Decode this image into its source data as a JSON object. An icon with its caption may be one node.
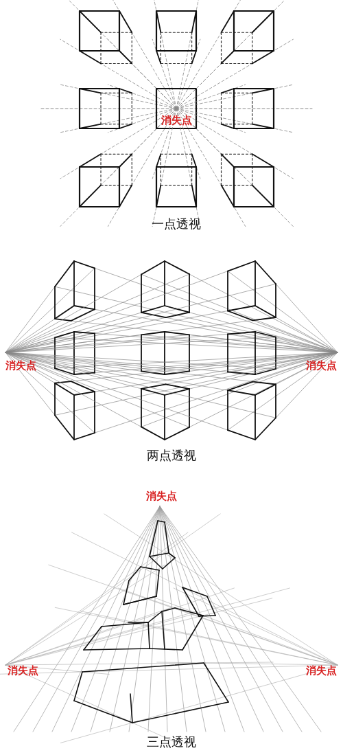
{
  "diagram": {
    "labels": [
      "消失点",
      "一点透视",
      "消失点",
      "消失点",
      "两点透视",
      "消失点",
      "消失点",
      "消失点",
      "三点透视"
    ]
  }
}
